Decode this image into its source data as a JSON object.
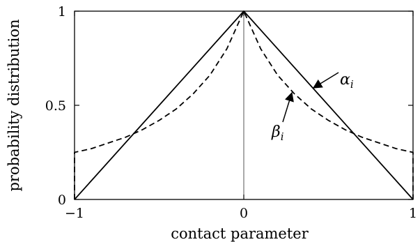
{
  "chart_data": {
    "type": "line",
    "title": "",
    "xlabel": "contact parameter",
    "ylabel": "probability distribution",
    "xlim": [
      -1,
      1
    ],
    "ylim": [
      0,
      1
    ],
    "x_ticks": [
      -1,
      0,
      1
    ],
    "x_tick_labels": [
      "−1",
      "0",
      "1"
    ],
    "y_ticks": [
      0,
      0.5,
      1
    ],
    "y_tick_labels": [
      "0",
      "0.5",
      "1"
    ],
    "grid": false,
    "series": [
      {
        "name": "αi",
        "style": "solid",
        "color": "#000000",
        "x": [
          -1,
          0,
          1
        ],
        "y": [
          0,
          1,
          0
        ]
      },
      {
        "name": "βi",
        "style": "dashed",
        "color": "#000000",
        "x": [
          -1,
          -1,
          -0.9,
          -0.8,
          -0.7,
          -0.6,
          -0.5,
          -0.4,
          -0.3,
          -0.2,
          -0.1,
          0,
          0.1,
          0.2,
          0.3,
          0.4,
          0.5,
          0.6,
          0.7,
          0.8,
          0.9,
          1,
          1
        ],
        "y": [
          0,
          0.25,
          0.27,
          0.3,
          0.33,
          0.37,
          0.42,
          0.48,
          0.56,
          0.66,
          0.8,
          1,
          0.8,
          0.66,
          0.56,
          0.48,
          0.42,
          0.37,
          0.33,
          0.3,
          0.27,
          0.25,
          0
        ]
      }
    ],
    "vertical_line_at_x": 0,
    "annotations": [
      {
        "label": "α",
        "subscript": "i",
        "series": 0
      },
      {
        "label": "β",
        "subscript": "i",
        "series": 1
      }
    ]
  }
}
